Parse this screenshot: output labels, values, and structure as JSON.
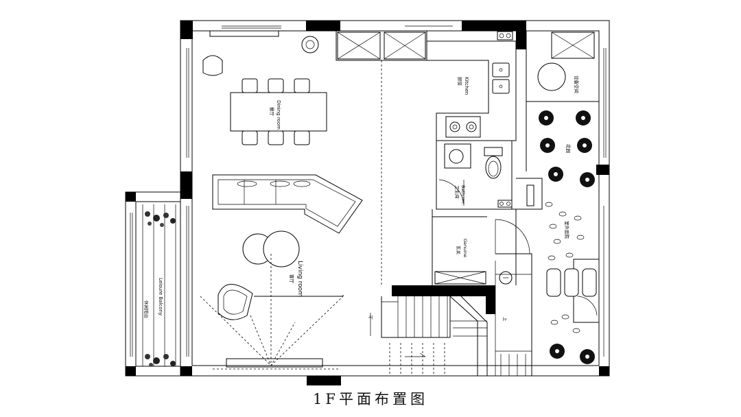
{
  "title": "1F平面布置图",
  "rooms": {
    "dining": {
      "zh": "餐厅",
      "en": "Dining room"
    },
    "living": {
      "zh": "客厅",
      "en": "Living room"
    },
    "kitchen": {
      "zh": "厨房",
      "en": "Kitchen"
    },
    "bath": {
      "zh": "卫生间",
      "en": "Bath rm."
    },
    "genuine": {
      "zh": "玄关",
      "en": "Genuine"
    },
    "balcony": {
      "zh": "休闲阳台",
      "en": "Leisure Balcony"
    },
    "equipment": {
      "zh": "设备空间"
    },
    "garden": {
      "zh": "花园"
    },
    "courtyard": {
      "zh": "室外庭院"
    }
  },
  "stair_mark": "上",
  "icons": [
    "sink-icon",
    "stove-icon",
    "toilet-icon",
    "plant-icon",
    "sofa-icon",
    "armchair-icon",
    "dining-table-icon",
    "round-table-icon"
  ]
}
